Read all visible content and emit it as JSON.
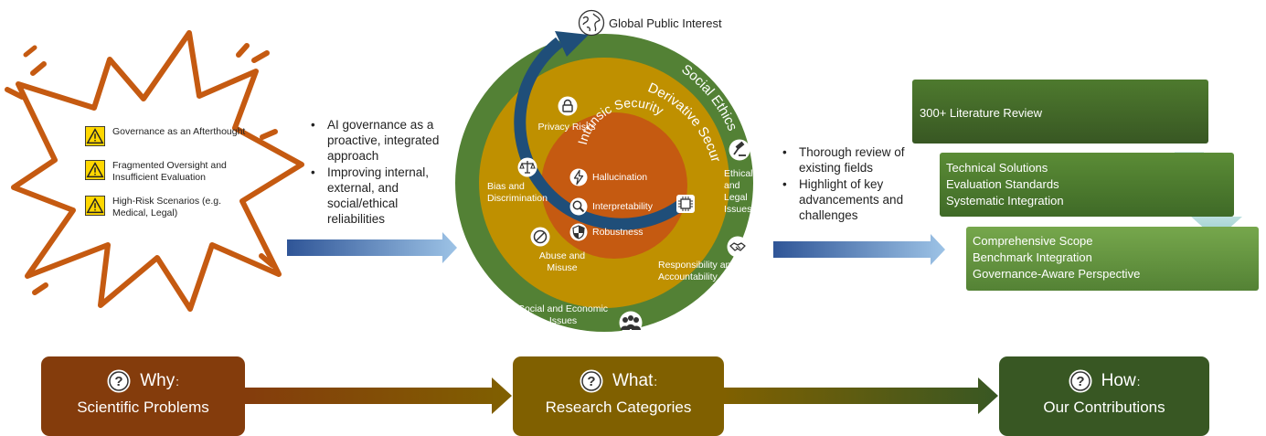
{
  "warnings": [
    {
      "icon": "warning-icon",
      "text": "Governance as an Afterthought"
    },
    {
      "icon": "warning-icon",
      "text": "Fragmented Oversight and Insufficient Evaluation"
    },
    {
      "icon": "warning-icon",
      "text": "High-Risk Scenarios (e.g. Medical, Legal)"
    }
  ],
  "left_bullets": [
    "AI governance as a proactive, integrated approach",
    "Improving internal, external, and social/ethical reliabilities"
  ],
  "circle": {
    "top_label": "Global Public Interest",
    "top_icon": "globe-icon",
    "outer_ring_label": "Social Ethics",
    "middle_ring_label": "Derivative Security",
    "inner_label": "Intrinsic Security",
    "inner_items": [
      {
        "icon": "lightning-icon",
        "label": "Hallucination"
      },
      {
        "icon": "magnifier-icon",
        "label": "Interpretability"
      },
      {
        "icon": "shield-icon",
        "label": "Robustness"
      }
    ],
    "middle_items": {
      "privacy": "Privacy Risks",
      "bias": "Bias and Discrimination",
      "abuse": "Abuse and Misuse"
    },
    "outer_items": {
      "ethical": "Ethical and Legal Issues",
      "responsibility": "Responsibility and Accountability",
      "social": "Social and Economic Issues"
    },
    "colors": {
      "outer": "#538135",
      "middle": "#BF9000",
      "inner": "#C55A11",
      "arrow": "#1F4E79"
    }
  },
  "right_bullets": [
    "Thorough review of existing fields",
    "Highlight of key advancements and challenges"
  ],
  "contributions": {
    "box1": [
      "300+ Literature Review"
    ],
    "box2": [
      "Technical Solutions",
      "Evaluation Standards",
      "Systematic Integration"
    ],
    "box3": [
      "Comprehensive Scope",
      "Benchmark Integration",
      "Governance-Aware Perspective"
    ]
  },
  "bottom": [
    {
      "title": "Why",
      "colon": ":",
      "subtitle": "Scientific Problems",
      "color": "#843C0C"
    },
    {
      "title": "What",
      "colon": ":",
      "subtitle": "Research Categories",
      "color": "#806000"
    },
    {
      "title": "How",
      "colon": ":",
      "subtitle": "Our Contributions",
      "color": "#385723"
    }
  ]
}
